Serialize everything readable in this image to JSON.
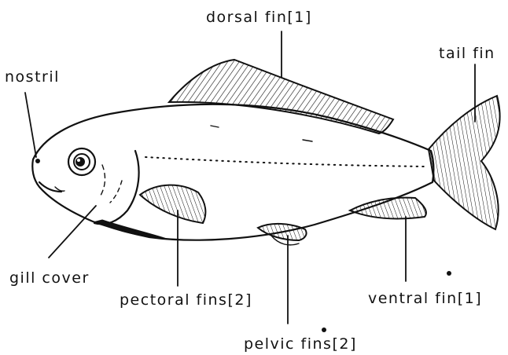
{
  "labels": {
    "dorsal_fin": "dorsal fin[1]",
    "tail_fin": "tail fin",
    "nostril": "nostril",
    "gill_cover": "gill cover",
    "pectoral_fins": "pectoral fins[2]",
    "ventral_fin": "ventral fin[1]",
    "pelvic_fins": "pelvic fins[2]"
  }
}
